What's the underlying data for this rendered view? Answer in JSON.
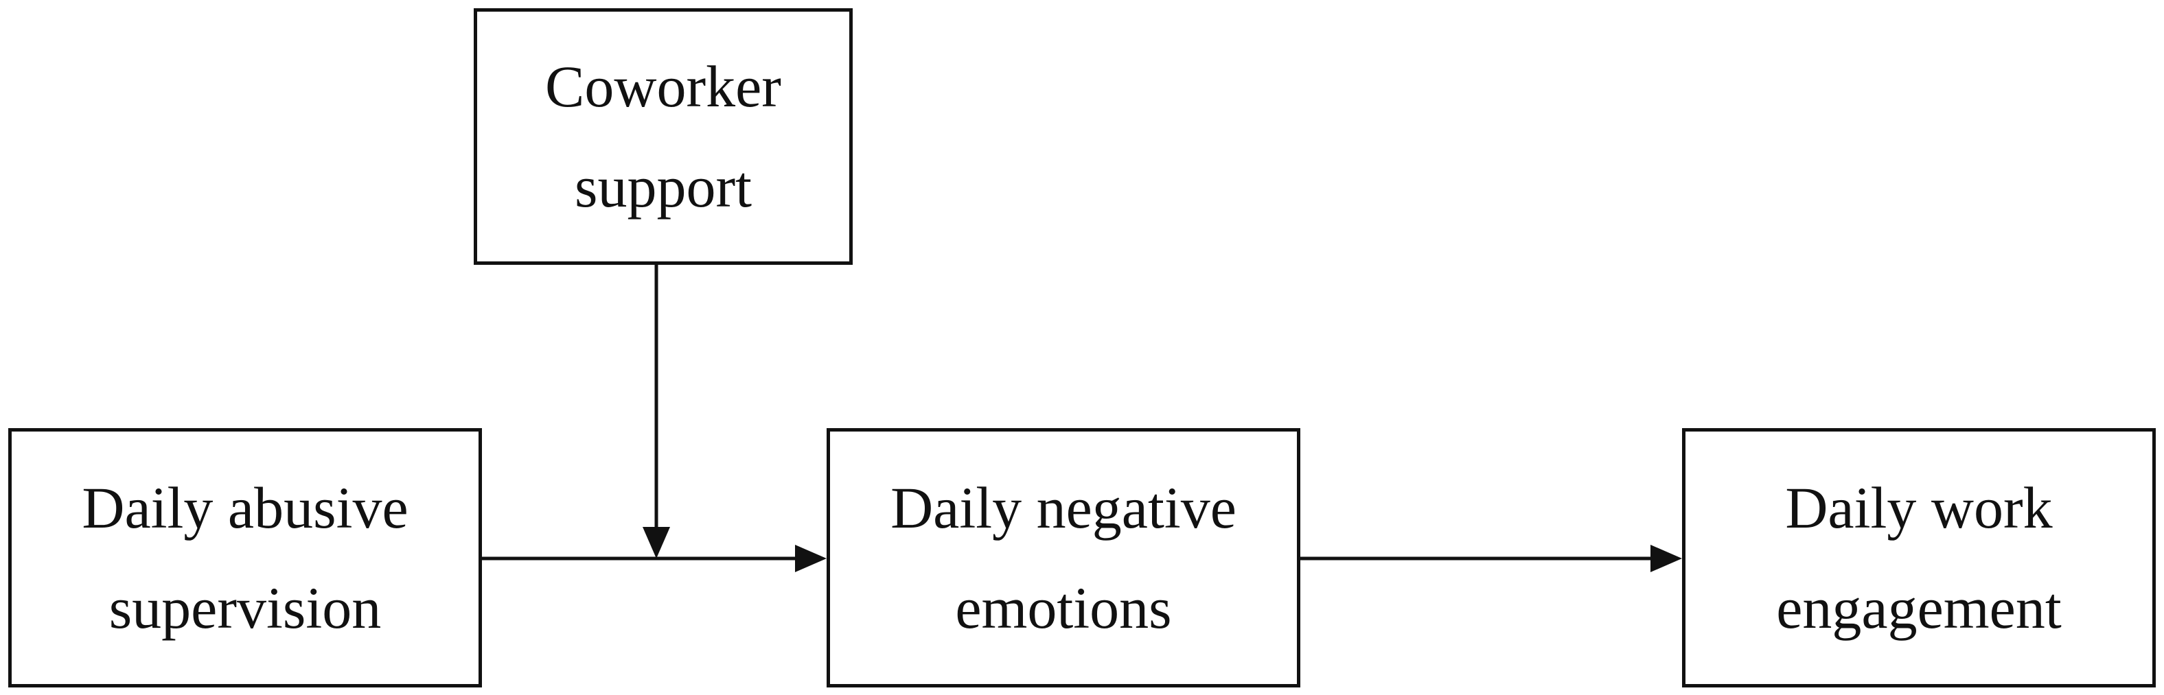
{
  "diagram": {
    "nodes": {
      "moderator": {
        "label": "Coworker\nsupport"
      },
      "predictor": {
        "label": "Daily abusive\nsupervision"
      },
      "mediator": {
        "label": "Daily negative\nemotions"
      },
      "outcome": {
        "label": "Daily work\nengagement"
      }
    },
    "edges": [
      {
        "from": "predictor",
        "to": "mediator",
        "type": "direct-path"
      },
      {
        "from": "mediator",
        "to": "outcome",
        "type": "direct-path"
      },
      {
        "from": "moderator",
        "to": "predictor-mediator-path",
        "type": "moderation"
      }
    ],
    "colors": {
      "stroke": "#111111",
      "background": "#ffffff"
    }
  }
}
